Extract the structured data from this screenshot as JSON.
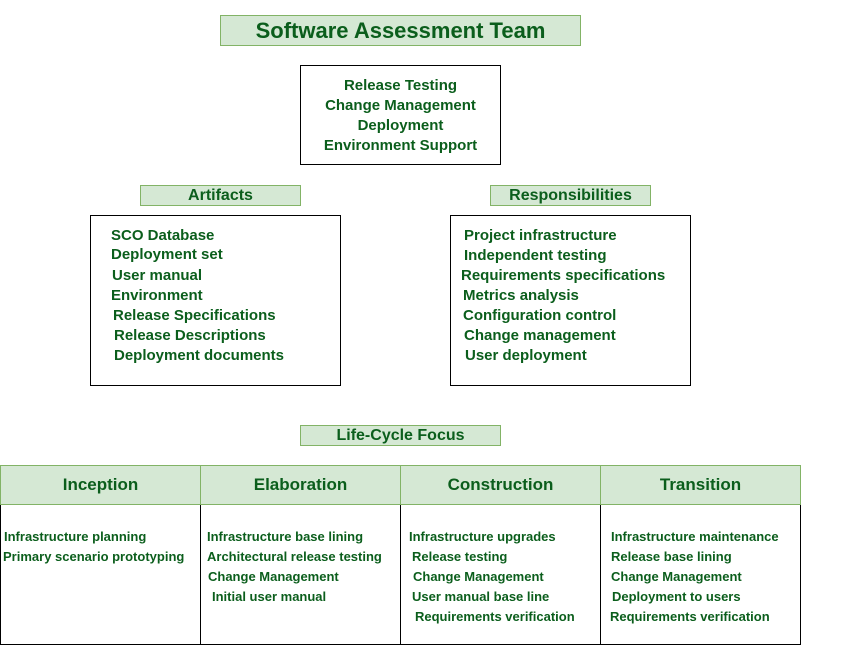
{
  "title": "Software Assessment Team",
  "central": {
    "lines": [
      "Release Testing",
      "Change Management",
      "Deployment",
      "Environment Support"
    ]
  },
  "artifacts": {
    "label": "Artifacts",
    "items": [
      "SCO Database",
      "Deployment set",
      "User manual",
      "Environment",
      "Release Specifications",
      "Release Descriptions",
      "Deployment documents"
    ]
  },
  "responsibilities": {
    "label": "Responsibilities",
    "items": [
      "Project infrastructure",
      "Independent testing",
      "Requirements specifications",
      "Metrics analysis",
      "Configuration control",
      "Change management",
      "User deployment"
    ]
  },
  "lifecycle": {
    "label": "Life-Cycle Focus",
    "phases": [
      {
        "name": "Inception",
        "items": [
          "Infrastructure planning",
          "Primary scenario prototyping"
        ]
      },
      {
        "name": "Elaboration",
        "items": [
          "Infrastructure base lining",
          "Architectural release testing",
          "Change Management",
          "Initial user manual"
        ]
      },
      {
        "name": "Construction",
        "items": [
          "Infrastructure upgrades",
          "Release testing",
          "Change Management",
          "User manual base line",
          "Requirements verification"
        ]
      },
      {
        "name": "Transition",
        "items": [
          "Infrastructure maintenance",
          "Release base lining",
          "Change Management",
          "Deployment to users",
          "Requirements verification"
        ]
      }
    ]
  },
  "colors": {
    "header_fill": "#d5e8d4",
    "header_border": "#82b366",
    "text": "#0b5e1c"
  }
}
